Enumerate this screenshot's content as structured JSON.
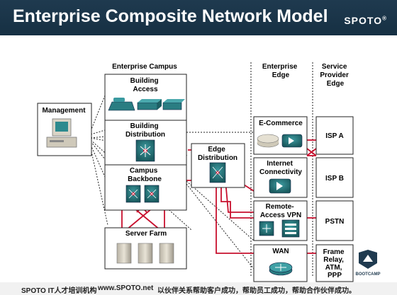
{
  "slide": {
    "title": "Enterprise Composite Network Model",
    "brand": "SPOTO",
    "brand_mark": "®"
  },
  "headers": {
    "campus": "Enterprise Campus",
    "edge": [
      "Enterprise",
      "Edge"
    ],
    "provider": [
      "Service",
      "Provider",
      "Edge"
    ]
  },
  "modules": {
    "management": "Management",
    "building_access": [
      "Building",
      "Access"
    ],
    "building_distribution": [
      "Building",
      "Distribution"
    ],
    "campus_backbone": [
      "Campus",
      "Backbone"
    ],
    "server_farm": "Server Farm",
    "edge_distribution": [
      "Edge",
      "Distribution"
    ],
    "ecommerce": "E-Commerce",
    "internet_connectivity": [
      "Internet",
      "Connectivity"
    ],
    "remote_access_vpn": [
      "Remote-",
      "Access VPN"
    ],
    "wan": "WAN"
  },
  "providers": {
    "isp_a": "ISP A",
    "isp_b": "ISP B",
    "pstn": "PSTN",
    "frame_relay": [
      "Frame",
      "Relay,",
      "ATM,",
      "PPP"
    ]
  },
  "logo": {
    "name": "BOOTCAMP"
  },
  "footer": {
    "org": "SPOTO IT人才培训机构",
    "url": "www.SPOTO.net",
    "slogan": "以伙伴关系帮助客户成功，帮助员工成功，帮助合作伙伴成功。"
  },
  "colors": {
    "title_bg": "#1f3a4f",
    "link_red": "#c8102e",
    "device_teal": "#1f6e73",
    "box_border": "#222222"
  }
}
